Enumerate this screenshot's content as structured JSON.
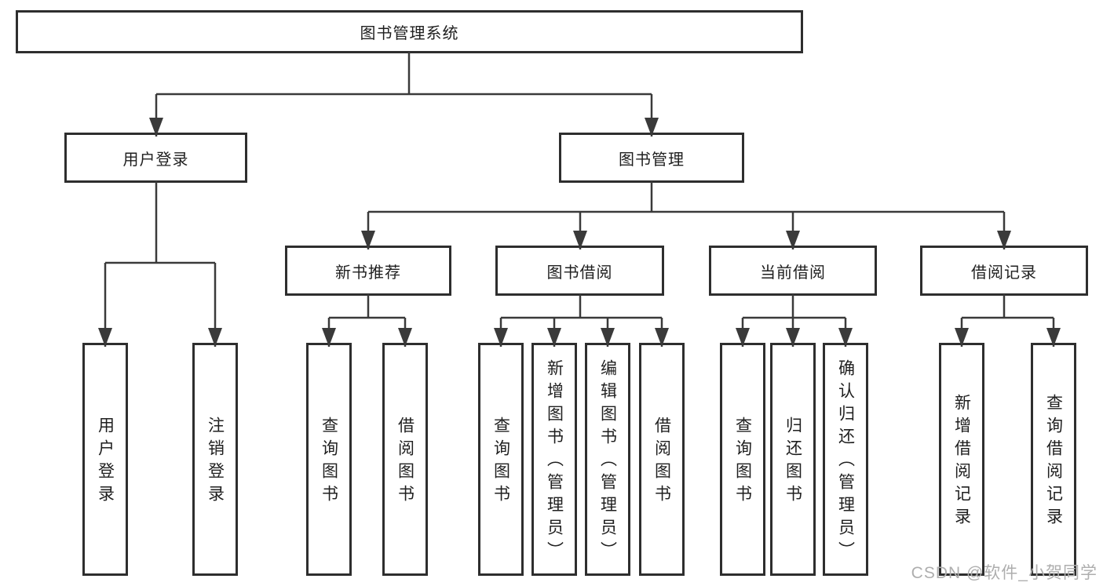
{
  "diagram": {
    "root": "图书管理系统",
    "login": {
      "label": "用户登录",
      "children": [
        "用户登录",
        "注销登录"
      ]
    },
    "management": {
      "label": "图书管理",
      "groups": [
        {
          "label": "新书推荐",
          "children": [
            "查询图书",
            "借阅图书"
          ]
        },
        {
          "label": "图书借阅",
          "children": [
            "查询图书",
            "新增图书（管理员）",
            "编辑图书（管理员）",
            "借阅图书"
          ]
        },
        {
          "label": "当前借阅",
          "children": [
            "查询图书",
            "归还图书",
            "确认归还（管理员）"
          ]
        },
        {
          "label": "借阅记录",
          "children": [
            "新增借阅记录",
            "查询借阅记录"
          ]
        }
      ]
    }
  },
  "watermark": "CSDN @软件_小贺同学",
  "colors": {
    "line": "#3a3a3a",
    "border": "#2e2e2e",
    "text": "#1f1f1f",
    "watermark": "#aeaeae"
  }
}
